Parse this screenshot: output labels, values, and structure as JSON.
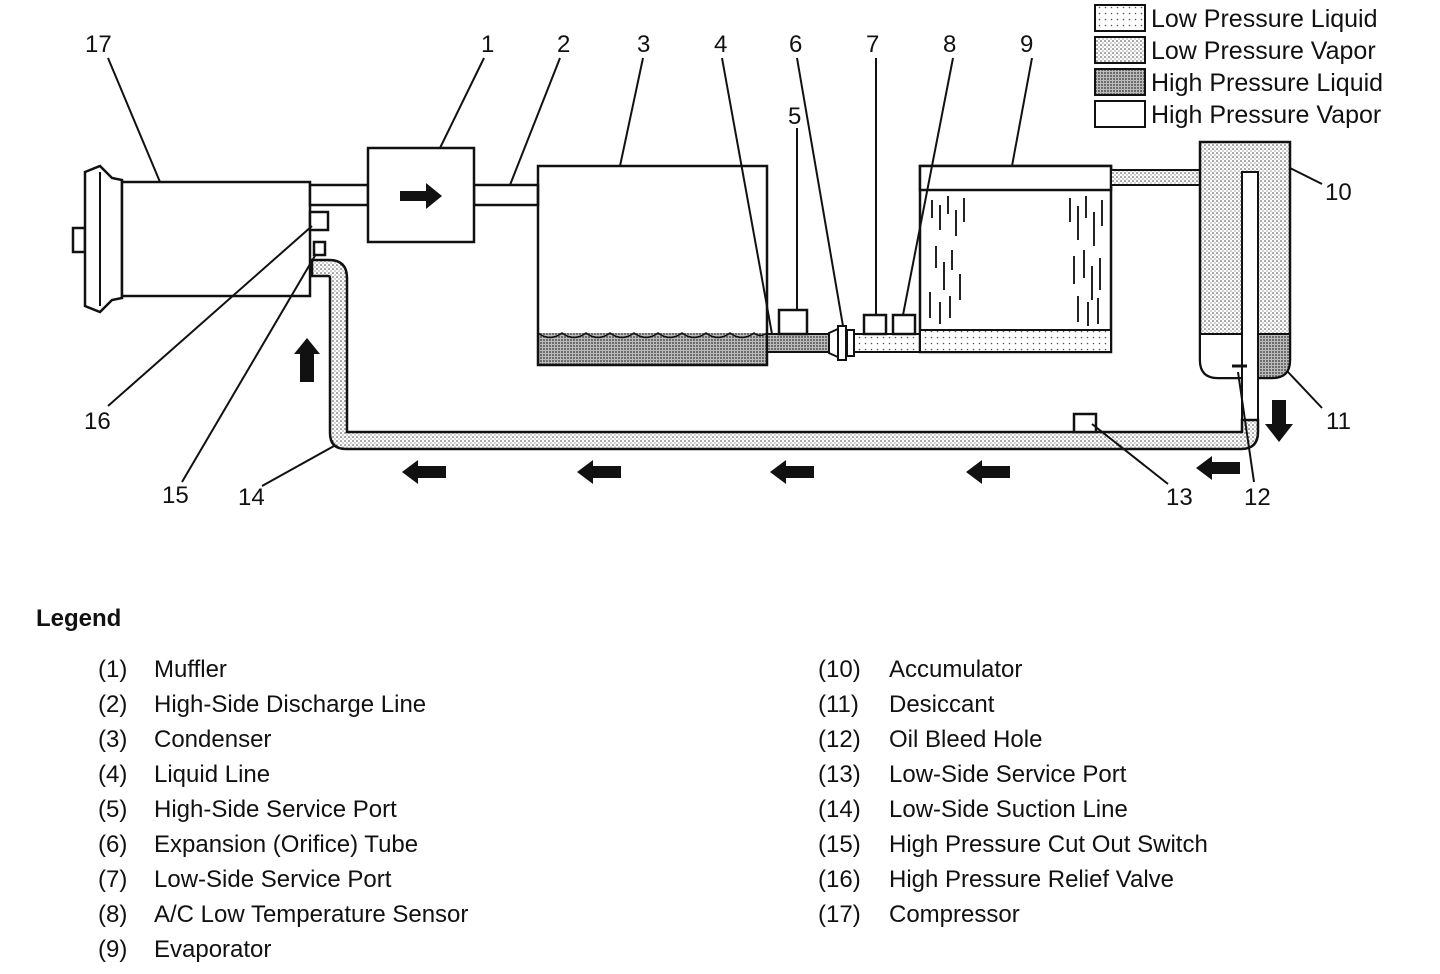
{
  "key": [
    {
      "label": "Low Pressure Liquid",
      "pattern": "dots-light"
    },
    {
      "label": "Low Pressure Vapor",
      "pattern": "dots-medium"
    },
    {
      "label": "High Pressure Liquid",
      "pattern": "dots-dense"
    },
    {
      "label": "High Pressure Vapor",
      "pattern": "none"
    }
  ],
  "callouts": [
    "1",
    "2",
    "3",
    "4",
    "5",
    "6",
    "7",
    "8",
    "9",
    "10",
    "11",
    "12",
    "13",
    "14",
    "15",
    "16",
    "17"
  ],
  "legend": {
    "title": "Legend",
    "left": [
      {
        "num": "(1)",
        "name": "Muffler"
      },
      {
        "num": "(2)",
        "name": "High-Side Discharge Line"
      },
      {
        "num": "(3)",
        "name": "Condenser"
      },
      {
        "num": "(4)",
        "name": "Liquid Line"
      },
      {
        "num": "(5)",
        "name": "High-Side Service Port"
      },
      {
        "num": "(6)",
        "name": "Expansion (Orifice) Tube"
      },
      {
        "num": "(7)",
        "name": "Low-Side Service Port"
      },
      {
        "num": "(8)",
        "name": "A/C Low Temperature Sensor"
      },
      {
        "num": "(9)",
        "name": "Evaporator"
      }
    ],
    "right": [
      {
        "num": "(10)",
        "name": "Accumulator"
      },
      {
        "num": "(11)",
        "name": "Desiccant"
      },
      {
        "num": "(12)",
        "name": "Oil Bleed Hole"
      },
      {
        "num": "(13)",
        "name": "Low-Side Service Port"
      },
      {
        "num": "(14)",
        "name": "Low-Side Suction Line"
      },
      {
        "num": "(15)",
        "name": "High Pressure Cut Out Switch"
      },
      {
        "num": "(16)",
        "name": "High Pressure Relief Valve"
      },
      {
        "num": "(17)",
        "name": "Compressor"
      }
    ]
  }
}
